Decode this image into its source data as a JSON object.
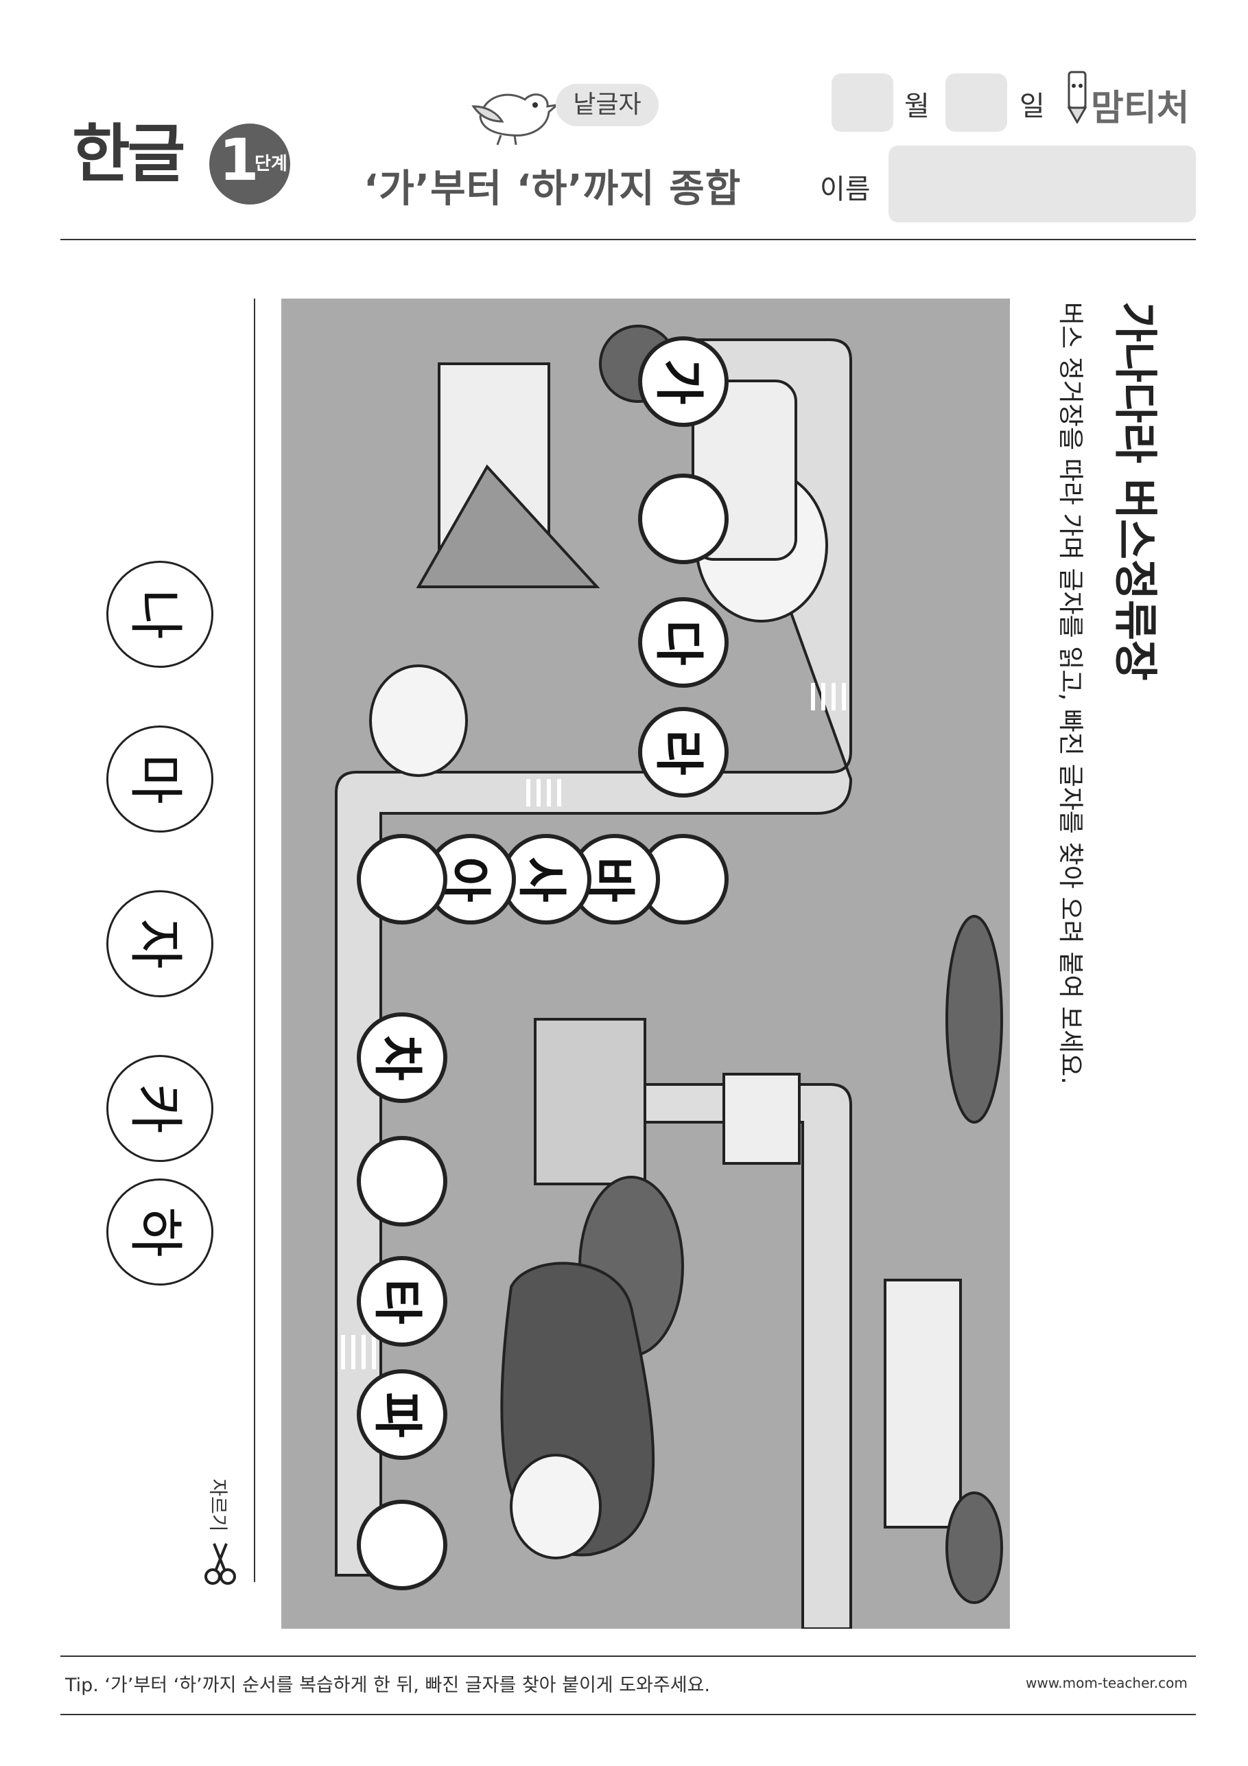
{
  "header": {
    "brand": "한글",
    "level_number": "1",
    "level_unit": "단계",
    "badge_chip": "낱글자",
    "subtitle": "‘가’부터 ‘하’까지 종합",
    "month_label": "월",
    "day_label": "일",
    "name_label": "이름",
    "logo_text": "맘티처"
  },
  "cutouts": {
    "letters": [
      "나",
      "마",
      "자",
      "카",
      "하"
    ],
    "cut_label": "자르기"
  },
  "instructions": {
    "title": "가나다라 버스정류장",
    "body": "버스 정거장을 따라 가며 글자를 읽고, 빠진 글자를 찾아 오려 붙여 보세요."
  },
  "stops": {
    "s1": "가",
    "s2": "",
    "s3": "다",
    "s4": "라",
    "s5": "",
    "s6": "바",
    "s7": "사",
    "s8": "아",
    "s9": "",
    "s10": "차",
    "s11": "",
    "s12": "타",
    "s13": "파",
    "s14": ""
  },
  "footer": {
    "tip": "Tip. ‘가’부터 ‘하’까지 순서를 복습하게 한 뒤, 빠진 글자를 찾아 붙이게 도와주세요.",
    "url": "www.mom-teacher.com"
  },
  "colors": {
    "scene_bg": "#aaaaaa",
    "road": "#dddddd",
    "ink": "#222222",
    "box_bg": "#e6e6e6"
  }
}
